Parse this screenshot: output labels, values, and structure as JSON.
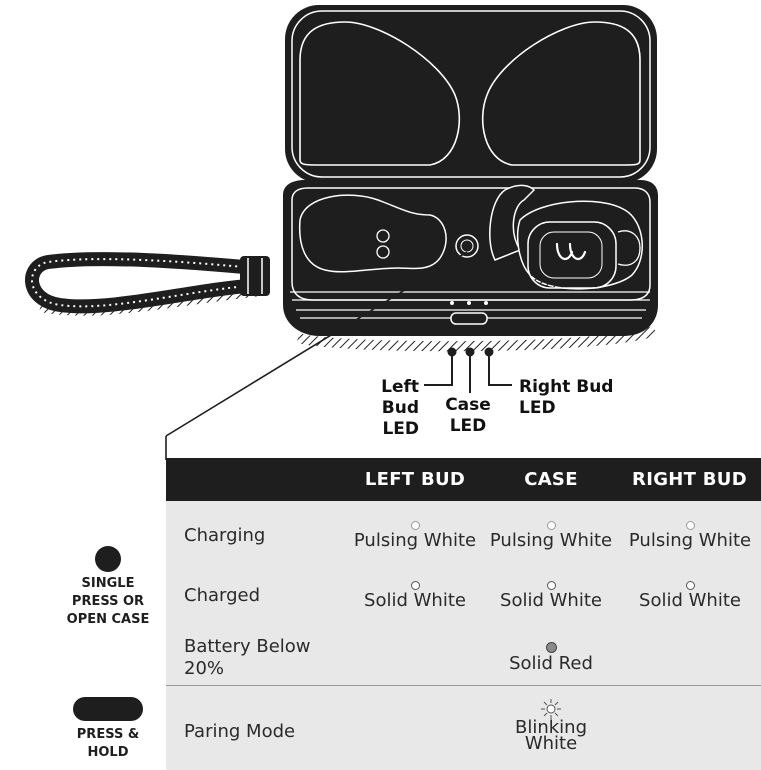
{
  "led_labels": {
    "left_bud": "Left Bud",
    "left_led": "LED",
    "case": "Case",
    "case_led": "LED",
    "right_bud": "Right Bud",
    "right_led": "LED"
  },
  "table": {
    "headers": [
      "LEFT BUD",
      "CASE",
      "RIGHT BUD"
    ],
    "rows": [
      {
        "label": "Charging",
        "left": "Pulsing White",
        "case": "Pulsing White",
        "right": "Pulsing White"
      },
      {
        "label": "Charged",
        "left": "Solid White",
        "case": "Solid White",
        "right": "Solid White"
      },
      {
        "label_line1": "Battery Below",
        "label_line2": "20%",
        "case": "Solid Red"
      },
      {
        "label": "Paring Mode",
        "case_line1": "Blinking",
        "case_line2": "White"
      }
    ]
  },
  "actions": {
    "single_press_line1": "SINGLE",
    "single_press_line2": "PRESS OR",
    "single_press_line3": "OPEN CASE",
    "press_hold_line1": "PRESS &",
    "press_hold_line2": "HOLD"
  },
  "icons": {
    "single_press": "filled-circle-icon",
    "press_hold": "filled-pill-icon",
    "led_off": "hollow-circle-icon",
    "led_red": "grey-dot-icon",
    "led_blink": "sunburst-icon"
  },
  "colors": {
    "dark": "#1e1e1e",
    "table_bg": "#e8e8e8"
  }
}
